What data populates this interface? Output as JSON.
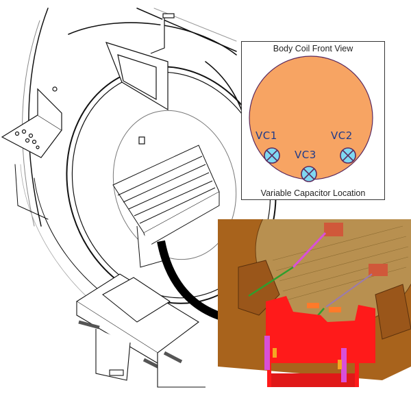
{
  "figure": {
    "callout": {
      "title": "Body Coil Front View",
      "footer": "Variable Capacitor Location",
      "coil_color": "#f7a463",
      "coil_outline": "#5b2a5e",
      "capacitor_fill": "#7fd8f2",
      "capacitors": [
        {
          "id": "vc1",
          "label": "VC1"
        },
        {
          "id": "vc2",
          "label": "VC2"
        },
        {
          "id": "vc3",
          "label": "VC3"
        }
      ]
    },
    "scanner": {
      "description_icon": "mri-scanner-line-drawing"
    },
    "cad_view": {
      "housing_color": "#a8631c",
      "bracket_color": "#ff1a1a",
      "rod_color": "#2e9e2e",
      "tuner_color": "#d94fd9"
    },
    "arrow": {
      "color": "#000000"
    }
  }
}
